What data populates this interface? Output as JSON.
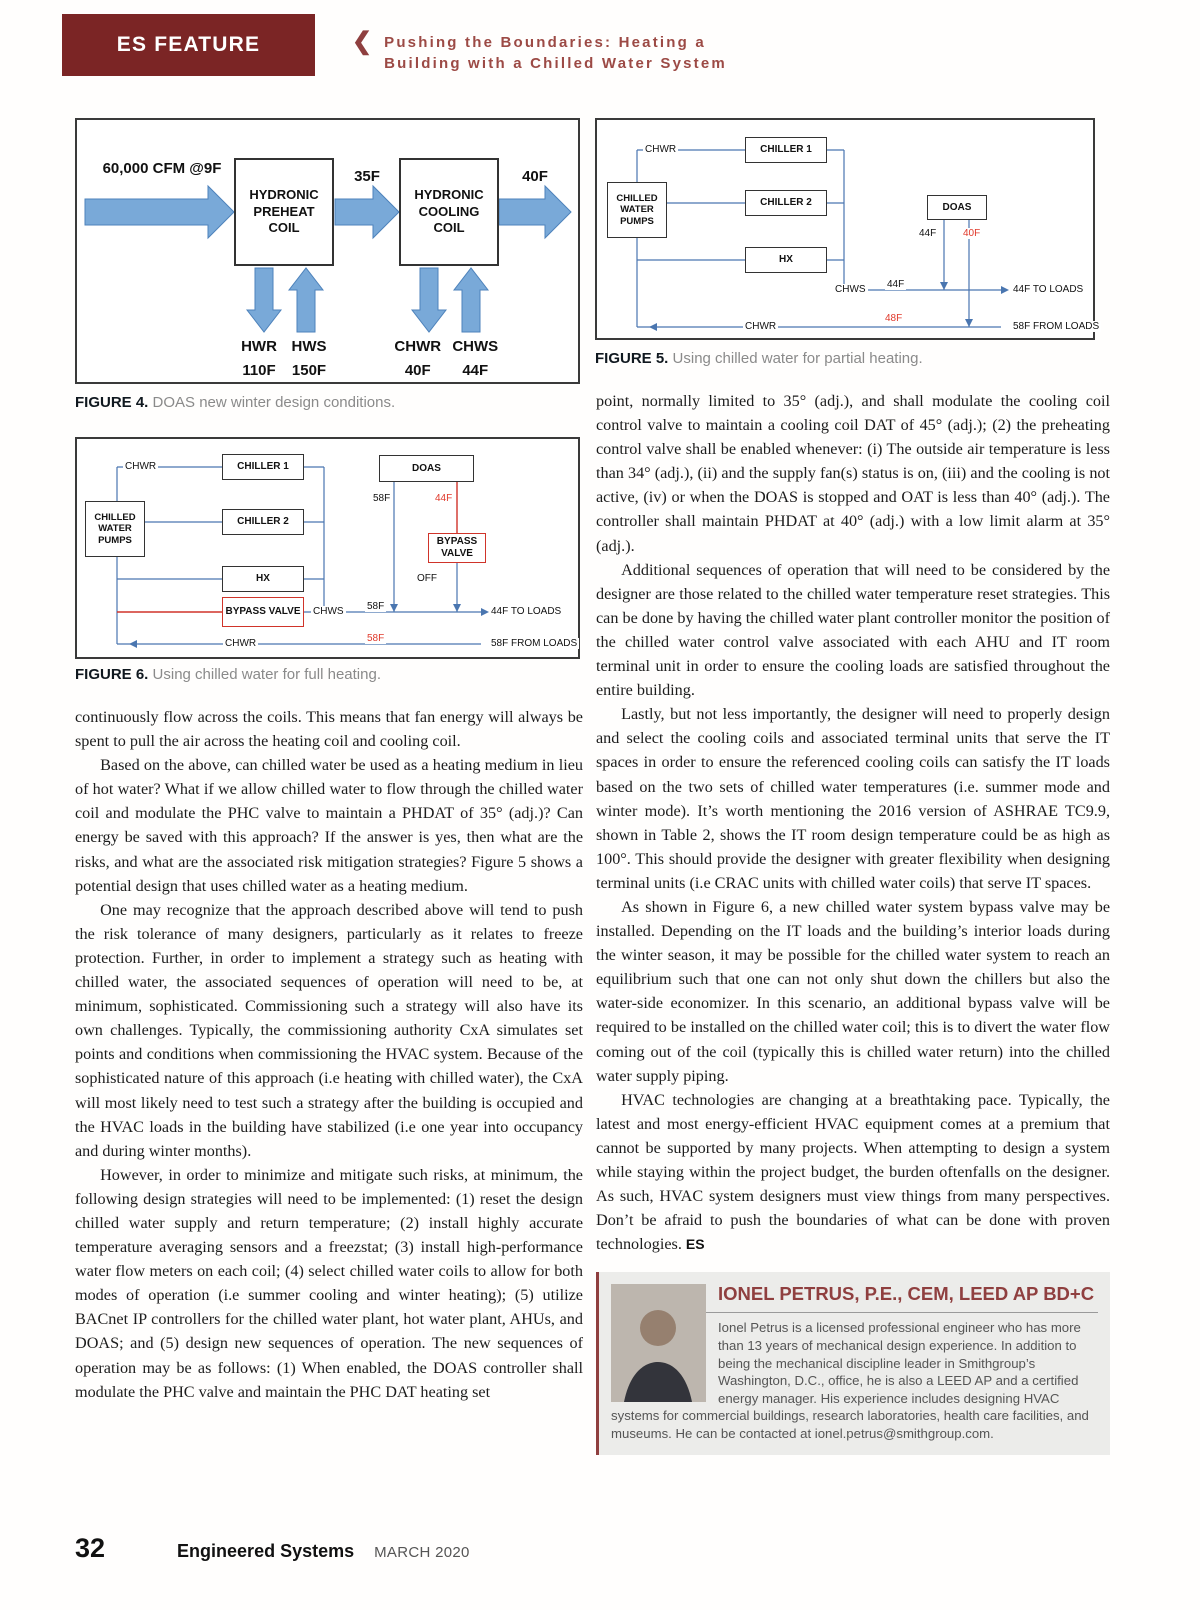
{
  "colors": {
    "maroon": "#7b2525",
    "title_maroon": "#9c4a45",
    "diagram_arrow_blue": "#79a9d8",
    "diagram_line_blue": "#4a76b0",
    "diagram_red": "#e0392b",
    "caption_gray": "#8a8a8a",
    "bio_background": "#ececea"
  },
  "header": {
    "feature_label": "ES FEATURE",
    "title_line1": "Pushing the Boundaries: Heating a",
    "title_line2": "Building with a Chilled Water System"
  },
  "figure4": {
    "caption_label": "FIGURE 4.",
    "caption_text": "DOAS new winter design conditions.",
    "inlet": "60,000 CFM @9F",
    "preheat_box": "HYDRONIC PREHEAT COIL",
    "mid_temp": "35F",
    "cooling_box": "HYDRONIC COOLING COIL",
    "out_temp": "40F",
    "hwr": "HWR",
    "hws": "HWS",
    "hwr_temp": "110F",
    "hws_temp": "150F",
    "chwr": "CHWR",
    "chws": "CHWS",
    "chwr_temp": "40F",
    "chws_temp": "44F"
  },
  "figure5": {
    "caption_label": "FIGURE 5.",
    "caption_text": "Using chilled water for partial heating.",
    "boxes": {
      "pumps": "CHILLED WATER PUMPS",
      "chiller1": "CHILLER 1",
      "chiller2": "CHILLER 2",
      "hx": "HX",
      "doas": "DOAS"
    },
    "labels": {
      "chwr_top": "CHWR",
      "doas_supply": "44F",
      "doas_return": "40F",
      "chws": "CHWS",
      "chws_temp": "44F",
      "to_loads": "44F TO LOADS",
      "mixed_return": "48F",
      "chwr_bottom": "CHWR",
      "from_loads": "58F FROM LOADS"
    }
  },
  "figure6": {
    "caption_label": "FIGURE 6.",
    "caption_text": "Using chilled water for full heating.",
    "boxes": {
      "pumps": "CHILLED WATER PUMPS",
      "chiller1": "CHILLER 1",
      "chiller2": "CHILLER 2",
      "hx": "HX",
      "bypass1": "BYPASS VALVE",
      "doas": "DOAS",
      "bypass2": "BYPASS VALVE"
    },
    "labels": {
      "chwr_top": "CHWR",
      "doas_supply": "58F",
      "doas_return": "44F",
      "off": "OFF",
      "chws": "CHWS",
      "chws_temp": "58F",
      "to_loads": "44F TO LOADS",
      "chwr_bottom": "CHWR",
      "return_temp": "58F",
      "from_loads": "58F FROM LOADS"
    }
  },
  "article": {
    "left_paragraphs": [
      "continuously flow across the coils. This means that fan energy will always be spent to pull the air across the heating coil and cooling coil.",
      "Based on the above, can chilled water be used as a heating medium in lieu of hot water? What if we allow chilled water to flow through the chilled water coil and modulate the PHC valve to maintain a PHDAT of 35° (adj.)? Can energy be saved with this approach? If the answer is yes, then what are the risks, and what are the associated risk mitigation strategies? Figure 5 shows a potential design that uses chilled water as a heating medium.",
      "One may recognize that the approach described above will tend to push the risk tolerance of many designers, particularly as it relates to freeze protection. Further, in order to implement a strategy such as heating with chilled water, the associated sequences of operation will need to be, at minimum, sophisticated. Commissioning such a strategy will also have its own challenges. Typically, the commissioning authority CxA simulates set points and conditions when commissioning the HVAC system. Because of the sophisticated nature of this approach (i.e heating with chilled water), the CxA will most likely need to test such a strategy after the building is occupied and the HVAC loads in the building have stabilized (i.e one year into occupancy and during winter months).",
      "However, in order to minimize and mitigate such risks, at minimum, the following design strategies will need to be implemented: (1) reset the design chilled water supply and return temperature; (2) install highly accurate temperature averaging sensors and a freezstat; (3) install high-performance water flow meters on each coil; (4) select chilled water coils to allow for both modes of operation (i.e summer cooling and winter heating); (5) utilize BACnet IP controllers for the chilled water plant, hot water plant, AHUs, and DOAS; and (5) design new sequences of operation. The new sequences of operation may be as follows: (1) When enabled, the DOAS controller shall modulate the PHC valve and maintain the PHC DAT heating set"
    ],
    "right_paragraphs": [
      "point, normally limited to 35° (adj.), and shall modulate the cooling coil control valve to maintain a cooling coil DAT of 45° (adj.); (2) the preheating control valve shall be enabled whenever: (i) The outside air temperature is less than 34° (adj.), (ii) and the supply fan(s) status is on, (iii) and the cooling is not active, (iv) or when the DOAS is stopped and OAT is less than 40° (adj.). The controller shall maintain PHDAT at 40° (adj.) with a low limit alarm at 35° (adj.).",
      "Additional sequences of operation that will need to be considered by the designer are those related to the chilled water temperature reset strategies. This can be done by having the chilled water plant controller monitor the position of the chilled water control valve associated with each AHU and IT room terminal unit in order to ensure the cooling loads are satisfied throughout the entire building.",
      "Lastly, but not less importantly, the designer will need to properly design and select the cooling coils and associated terminal units that serve the IT spaces in order to ensure the referenced cooling coils can satisfy the IT loads based on the two sets of chilled water temperatures (i.e. summer mode and winter mode). It’s worth mentioning the 2016 version of ASHRAE TC9.9, shown in Table 2, shows the IT room design temperature could be as high as 100°. This should provide the designer with greater flexibility when designing terminal units (i.e CRAC units with chilled water coils) that serve IT spaces.",
      "As shown in Figure 6, a new chilled water system bypass valve may be installed. Depending on the IT loads and the building’s interior loads during the winter season, it may be possible for the chilled water system to reach an equilibrium such that one can not only shut down the chillers but also the water-side economizer. In this scenario, an additional bypass valve will be required to be installed on the chilled water coil; this is to divert the water flow coming out of the coil (typically this is chilled water return) into the chilled water supply piping.",
      "HVAC technologies are changing at a breathtaking pace. Typically, the latest and most energy-efficient HVAC equipment comes at a premium that cannot be supported by many projects. When attempting to design a system while staying within the project budget, the burden oftenfalls on the designer. As such, HVAC system designers must view things from many perspectives. Don’t be afraid to push the boundaries of what can be done with proven technologies."
    ],
    "end_mark": "ES"
  },
  "bio": {
    "name": "IONEL PETRUS, P.E., CEM, LEED AP BD+C",
    "text": "Ionel Petrus is a licensed professional engineer who has more than 13 years of mechanical design experience. In addition to being the mechanical discipline leader in Smithgroup’s Washington, D.C., office, he is also a LEED AP and a certified energy manager. His experience includes designing HVAC systems for commercial buildings, research laboratories, health care facilities, and museums. He can be contacted at ionel.petrus@smithgroup.com."
  },
  "footer": {
    "page_number": "32",
    "magazine": "Engineered Systems",
    "issue": "MARCH 2020"
  }
}
